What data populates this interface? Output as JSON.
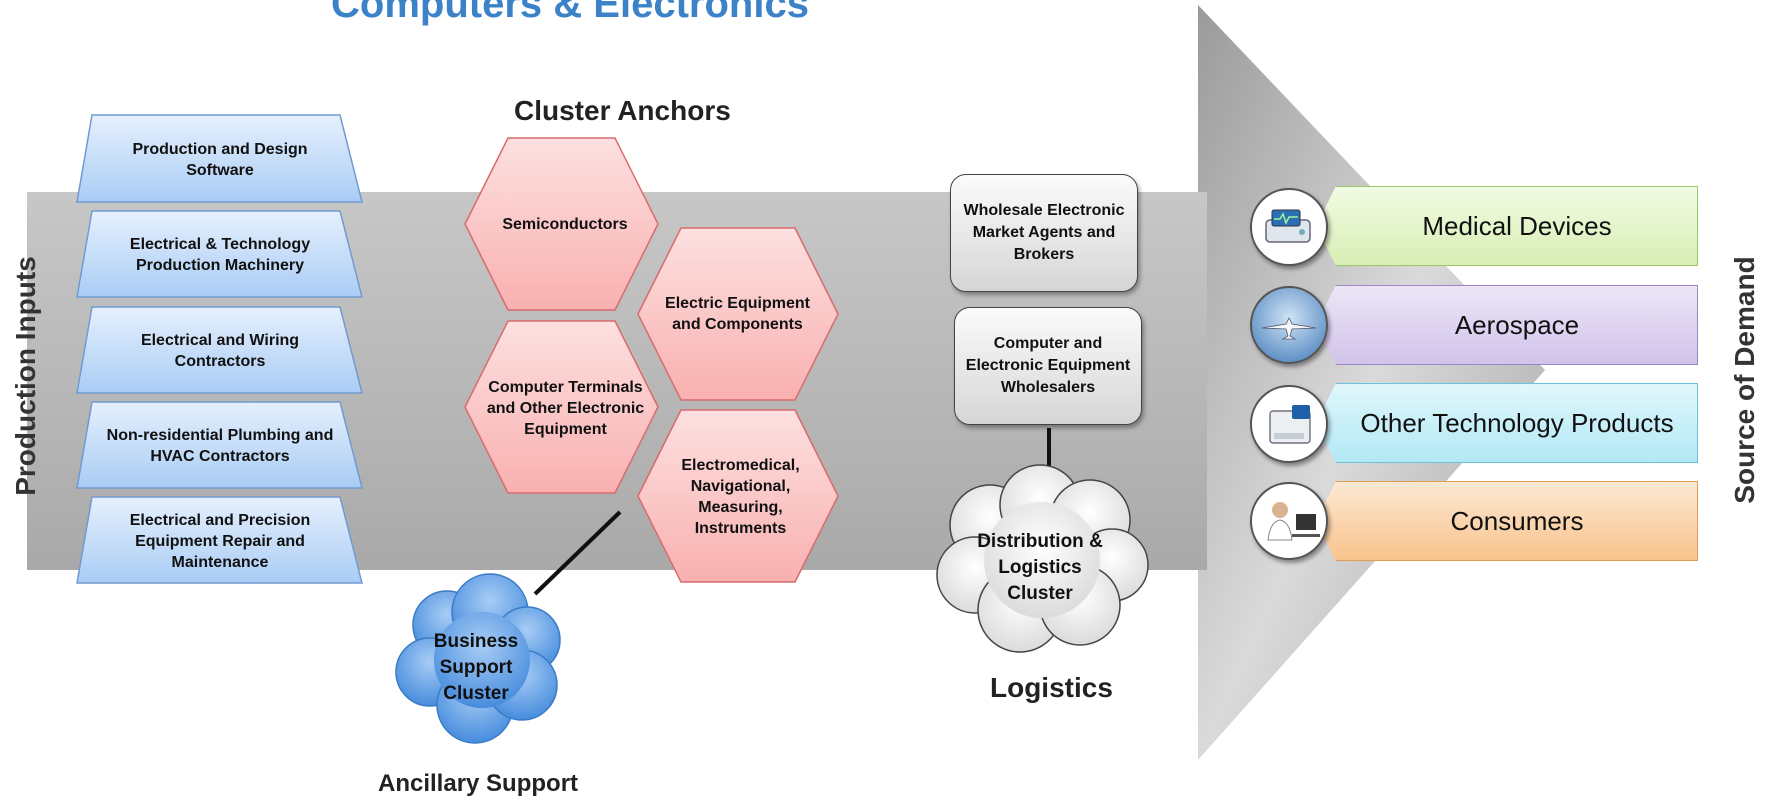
{
  "title": "Computers & Electronics",
  "production_inputs_label": "Production Inputs",
  "source_of_demand_label": "Source of Demand",
  "cluster_anchors_label": "Cluster Anchors",
  "logistics_label": "Logistics",
  "ancillary_support_label": "Ancillary Support",
  "inputs": [
    {
      "label": "Production and Design Software"
    },
    {
      "label": "Electrical & Technology Production Machinery"
    },
    {
      "label": "Electrical and Wiring Contractors"
    },
    {
      "label": "Non-residential Plumbing and HVAC Contractors"
    },
    {
      "label": "Electrical and Precision Equipment Repair and Maintenance"
    }
  ],
  "anchors": [
    {
      "label": "Semiconductors"
    },
    {
      "label": "Electric Equipment and Components"
    },
    {
      "label": "Computer Terminals and Other Electronic Equipment"
    },
    {
      "label": "Electromedical, Navigational, Measuring, Instruments"
    }
  ],
  "logistics_boxes": [
    {
      "label": "Wholesale Electronic Market Agents and Brokers"
    },
    {
      "label": "Computer and Electronic Equipment Wholesalers"
    }
  ],
  "distribution_cloud": "Distribution & Logistics Cluster",
  "business_cloud": "Business Support Cluster",
  "demand": [
    {
      "label": "Medical Devices",
      "icon": "medical-device-icon",
      "color": "#e4f5c9"
    },
    {
      "label": "Aerospace",
      "icon": "airplane-icon",
      "color": "#e2d7f1"
    },
    {
      "label": "Other Technology Products",
      "icon": "printer-icon",
      "color": "#cbf0f8"
    },
    {
      "label": "Consumers",
      "icon": "consumer-person-icon",
      "color": "#fcd9b5"
    }
  ],
  "colors": {
    "title": "#3b82c9",
    "band": "#b5b5b5",
    "input_fill": "#cfe2fb",
    "input_border": "#6f9bd0",
    "hex_fill": "#fcc8c8",
    "hex_border": "#d96b6b",
    "business_cloud": "#5a9be4",
    "distribution_cloud": "#e8e8e8"
  }
}
